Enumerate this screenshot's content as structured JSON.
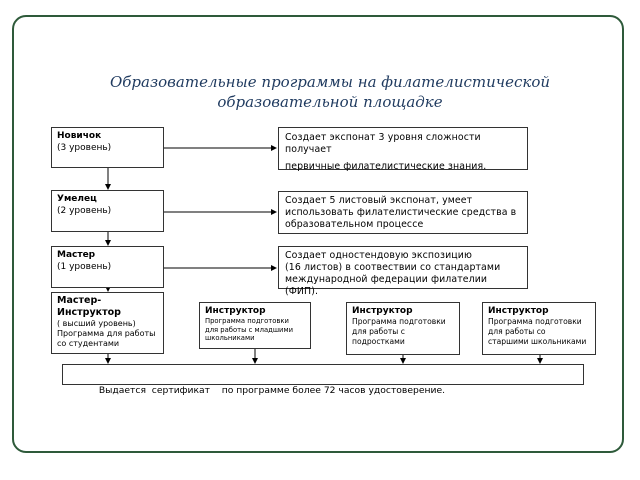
{
  "title": {
    "line1": "Образовательные программы   на филателистической",
    "line2": "образовательной площадке"
  },
  "levels": [
    {
      "name": "Новичок",
      "sub": "(3 уровень)"
    },
    {
      "name": "Умелец",
      "sub": "(2 уровень)"
    },
    {
      "name": "Мастер",
      "sub": "(1 уровень)"
    }
  ],
  "descriptions": [
    {
      "line1": "Создает экспонат 3 уровня сложности получает",
      "line2": "первичные филателистические знания."
    },
    {
      "line1": "Создает 5 листовый экспонат,  умеет",
      "line2": "использовать филателистические средства в",
      "line3": "образовательном процессе"
    },
    {
      "line1": "Создает одностендовую экспозицию",
      "line2": "(16 листов) в соотвествии со стандартами",
      "line3": "международной федерации филателии (ФИП)."
    }
  ],
  "master_instructor": {
    "name1": "Мастер-",
    "name2": "Инструктор",
    "sub1": "( высший уровень)",
    "sub2": "Программа для работы",
    "sub3": "со студентами"
  },
  "instructors": [
    {
      "name": "Инструктор",
      "sub1": "Программа подготовки",
      "sub2": "для работы с младшими",
      "sub3": "школьниками"
    },
    {
      "name": "Инструктор",
      "sub1": "Программа подготовки",
      "sub2": "для работы с",
      "sub3": "подростками"
    },
    {
      "name": "Инструктор",
      "sub1": "Программа  подготовки",
      "sub2": "для работы со",
      "sub3": "старшими школьниками"
    }
  ],
  "certificate": "Выдается  сертификат    по программе более 72 часов удостоверение."
}
